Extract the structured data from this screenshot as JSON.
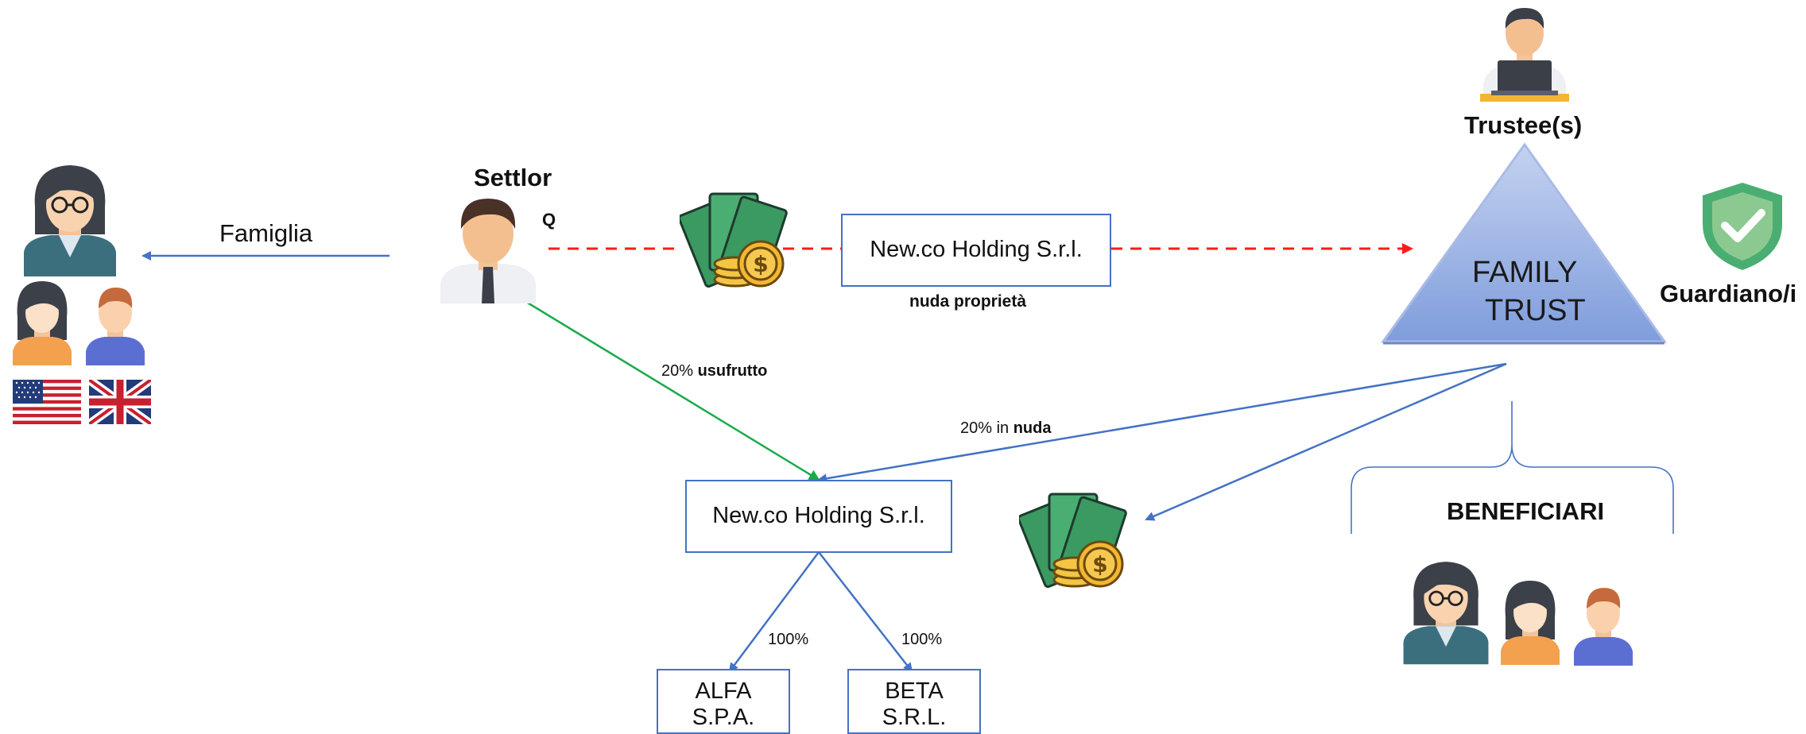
{
  "famiglia": {
    "label": "Famiglia"
  },
  "settlor": {
    "title": "Settlor",
    "badge": "Q"
  },
  "trustee": {
    "title": "Trustee(s)"
  },
  "trust": {
    "line1": "FAMILY",
    "line2": "TRUST"
  },
  "guardian": {
    "title": "Guardiano/i"
  },
  "holding_top": {
    "label": "New.co Holding S.r.l.",
    "caption": "nuda proprietà"
  },
  "holding_main": {
    "label": "New.co Holding S.r.l."
  },
  "usufrutto": {
    "pct": "20%",
    "word": "usufrutto"
  },
  "nuda": {
    "pct": "20% in",
    "word": "nuda"
  },
  "alfa": {
    "line1": "ALFA",
    "line2": "S.P.A.",
    "pct": "100%"
  },
  "beta": {
    "line1": "BETA",
    "line2": "S.R.L.",
    "pct": "100%"
  },
  "beneficiari": {
    "title": "BENEFICIARI"
  },
  "colors": {
    "blue": "#4472c4",
    "red": "#ff1a1a",
    "green": "#1aaa4a"
  }
}
